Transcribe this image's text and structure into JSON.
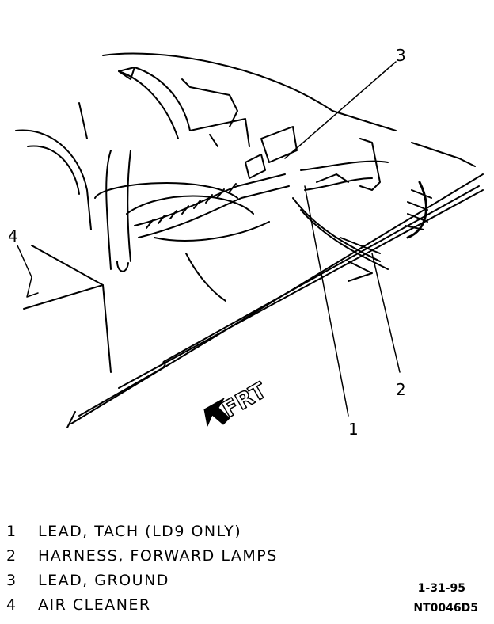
{
  "callouts": [
    {
      "id": "1",
      "label": "1"
    },
    {
      "id": "2",
      "label": "2"
    },
    {
      "id": "3",
      "label": "3"
    },
    {
      "id": "4",
      "label": "4"
    }
  ],
  "direction_label": "FRT",
  "legend": [
    {
      "number": "1",
      "text": "LEAD, TACH (LD9 ONLY)"
    },
    {
      "number": "2",
      "text": "HARNESS, FORWARD LAMPS"
    },
    {
      "number": "3",
      "text": "LEAD, GROUND"
    },
    {
      "number": "4",
      "text": "AIR CLEANER"
    }
  ],
  "figure_codes": {
    "date": "1-31-95",
    "id": "NT0046D5"
  }
}
